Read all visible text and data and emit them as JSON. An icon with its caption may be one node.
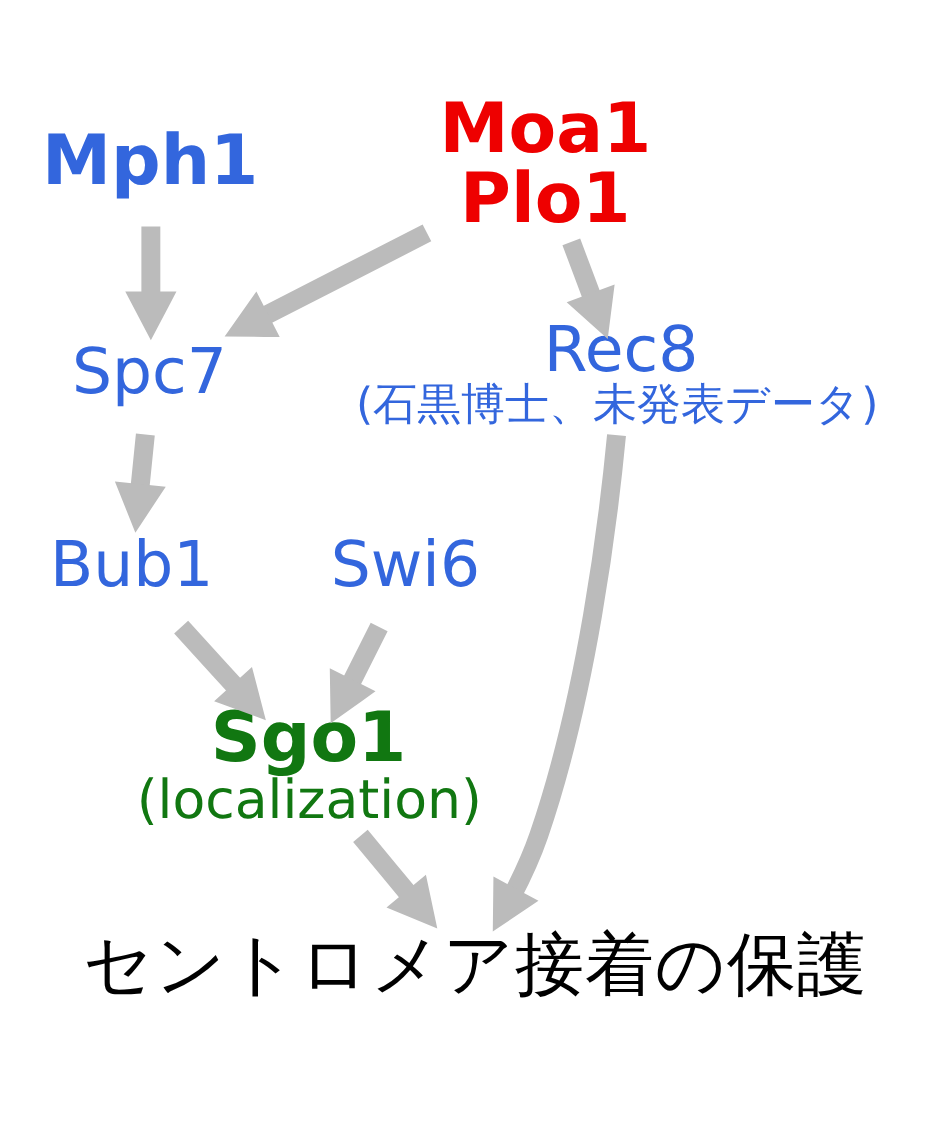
{
  "diagram": {
    "nodes": [
      {
        "text": [
          "Mph1"
        ]
      },
      {
        "text": [
          "Moa1 Plo1"
        ]
      },
      {
        "text": [
          "Spc7"
        ]
      },
      {
        "text": [
          "Rec8",
          "(石黒博士、未発表データ)"
        ]
      },
      {
        "text": [
          "Bub1"
        ]
      },
      {
        "text": [
          "Swi6"
        ]
      },
      {
        "text": [
          "Sgo1",
          "(localization)"
        ]
      },
      {
        "text": [
          "セントロメア接着の保護"
        ]
      }
    ],
    "edges": [
      {
        "from": 0,
        "to": 2,
        "arrow": "to"
      },
      {
        "from": 1,
        "to": 2,
        "arrow": "to"
      },
      {
        "from": 1,
        "to": 3,
        "arrow": "to"
      },
      {
        "from": 2,
        "to": 4,
        "arrow": "to"
      },
      {
        "from": 5,
        "to": 6,
        "arrow": "to"
      },
      {
        "from": 4,
        "to": 6,
        "arrow": "to"
      },
      {
        "from": 3,
        "to": 7,
        "arrow": "to"
      },
      {
        "from": 6,
        "to": 7,
        "arrow": "to"
      }
    ]
  }
}
